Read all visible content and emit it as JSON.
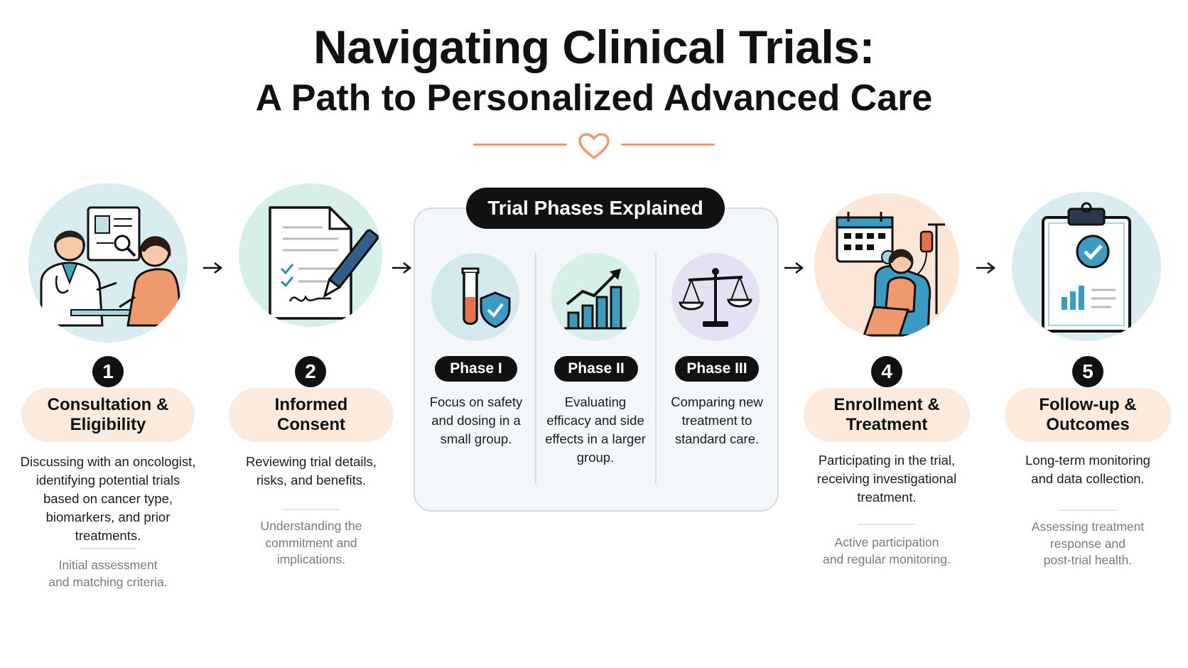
{
  "header": {
    "title": "Navigating Clinical Trials:",
    "subtitle": "A Path to Personalized Advanced Care"
  },
  "colors": {
    "accent": "#ee9a6c",
    "pill_bg": "#fcebdc",
    "dark": "#111111",
    "teal": "#2f8fa8"
  },
  "steps": [
    {
      "number": "1",
      "title_line1": "Consultation &",
      "title_line2": "Eligibility",
      "desc": [
        "Discussing with an oncologist,",
        "identifying potential trials",
        "based on cancer type,",
        "biomarkers, and prior",
        "treatments."
      ],
      "note": [
        "Initial assessment",
        "and matching criteria."
      ],
      "icon": "doctor-consultation-icon"
    },
    {
      "number": "2",
      "title_line1": "Informed",
      "title_line2": "Consent",
      "desc": [
        "Reviewing trial details,",
        "risks, and benefits."
      ],
      "note": [
        "Understanding the",
        "commitment and",
        "implications."
      ],
      "icon": "signed-document-icon"
    },
    {
      "number": "4",
      "title_line1": "Enrollment &",
      "title_line2": "Treatment",
      "desc": [
        "Participating in the trial,",
        "receiving investigational",
        "treatment."
      ],
      "note": [
        "Active participation",
        "and regular monitoring."
      ],
      "icon": "patient-infusion-icon"
    },
    {
      "number": "5",
      "title_line1": "Follow-up &",
      "title_line2": "Outcomes",
      "desc": [
        "Long-term monitoring",
        "and data collection."
      ],
      "note": [
        "Assessing treatment",
        "response and",
        "post-trial health."
      ],
      "icon": "clipboard-check-icon"
    }
  ],
  "phases": {
    "heading": "Trial Phases Explained",
    "items": [
      {
        "label": "Phase I",
        "desc": [
          "Focus on safety",
          "and dosing in a",
          "small group."
        ],
        "icon": "test-tube-shield-icon"
      },
      {
        "label": "Phase II",
        "desc": [
          "Evaluating",
          "efficacy and side",
          "effects in a larger",
          "group."
        ],
        "icon": "rising-bar-chart-icon"
      },
      {
        "label": "Phase III",
        "desc": [
          "Comparing new",
          "treatment to",
          "standard care."
        ],
        "icon": "balance-scale-icon"
      }
    ]
  }
}
